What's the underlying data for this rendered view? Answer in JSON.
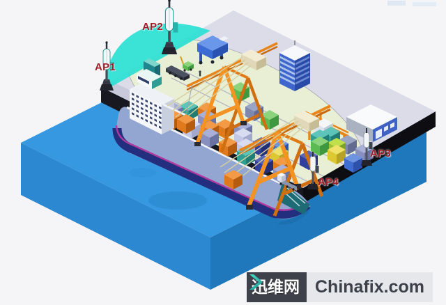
{
  "scene": {
    "description": "Isometric illustration of a container port wireless network: four access points covering the quay cranes, container ship, yard and buildings",
    "access_points": [
      {
        "id": "ap1",
        "label": "AP1"
      },
      {
        "id": "ap2",
        "label": "AP2"
      },
      {
        "id": "ap3",
        "label": "AP3"
      },
      {
        "id": "ap4",
        "label": "AP4"
      }
    ],
    "objects": [
      "water",
      "quay-platform",
      "container-ship",
      "quay-crane",
      "quay-crane",
      "yard-gantry",
      "office-tower",
      "warehouse",
      "straddle-carrier",
      "forklift",
      "trailer-truck",
      "flatbed-truck",
      "container-stacks",
      "antenna-towers"
    ],
    "coverage_zones": [
      {
        "name": "ap1-ap2-dome",
        "color": "#2adfd3"
      },
      {
        "name": "yard-coverage-ellipse",
        "color": "#e9efd4"
      }
    ]
  },
  "watermark": {
    "site_name": "迅维网",
    "domain": "Chinafix.com",
    "chevron_color": "#2bc7b5"
  },
  "colors": {
    "label_red": "#9e1d26",
    "water_top": "#3598e0",
    "water_left": "#2c88d1",
    "water_right": "#1f78bb",
    "platform_top": "#dcdce8",
    "platform_edge": "#16161f",
    "crane_orange": "#ef8b1c",
    "ship_hull": "#93a6d2",
    "hull_stripe_magenta": "#b23a9e",
    "hull_bottom_navy": "#232f7e",
    "coverage_cyan": "#2adfd3",
    "coverage_green": "#e9efd4"
  }
}
